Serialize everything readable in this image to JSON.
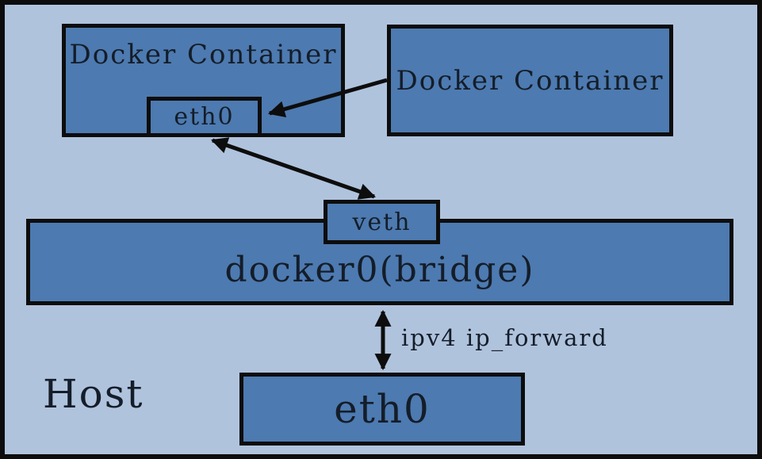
{
  "title": "Docker bridge networking diagram",
  "colors": {
    "background": "#b0c3dd",
    "box_fill": "#4d7ab0",
    "border": "#0d0d0d",
    "text": "#141d29"
  },
  "nodes": {
    "container1": {
      "label": "Docker Container"
    },
    "container1_eth0": {
      "label": "eth0"
    },
    "container2": {
      "label": "Docker Container"
    },
    "veth": {
      "label": "veth"
    },
    "bridge": {
      "label": "docker0(bridge)"
    },
    "host_eth0": {
      "label": "eth0"
    },
    "host": {
      "label": "Host"
    }
  },
  "edges": {
    "ip_forward_label": "ipv4 ip_forward"
  }
}
